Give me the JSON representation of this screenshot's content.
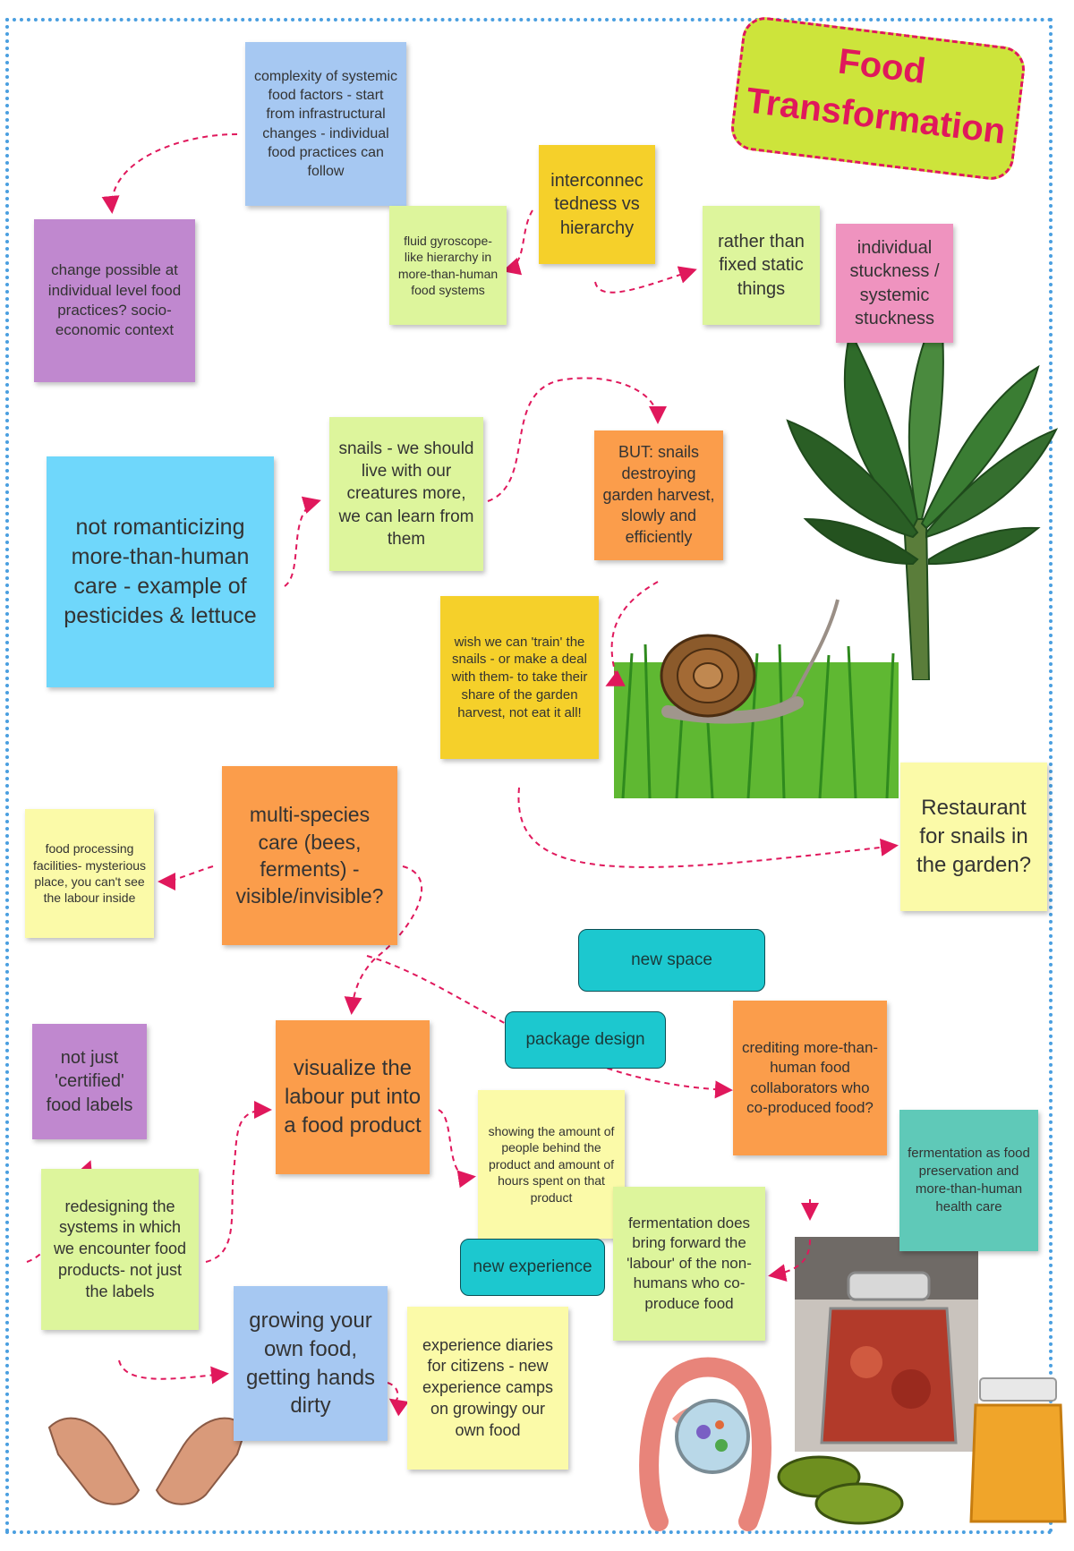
{
  "title": {
    "line1": "Food",
    "line2": "Transformation"
  },
  "notes": {
    "complexity": "complexity of systemic food factors - start from infrastructural changes - individual food practices can follow",
    "change_possible": "change possible at individual level food practices? socio-economic context",
    "fluid": "fluid gyroscope-like hierarchy in more-than-human food systems",
    "interconnectedness": "interconnec tedness vs hierarchy",
    "rather_than": "rather than fixed static things",
    "stuckness": "individual stuckness / systemic stuckness",
    "not_romanticizing": "not romanticizing more-than-human care - example of pesticides & lettuce",
    "snails_live": "snails - we should live with our creatures more, we can learn from them",
    "but_snails": "BUT: snails destroying garden harvest, slowly and efficiently",
    "wish_train": "wish we can 'train' the snails - or make a deal with them- to take their share of the garden harvest, not eat it all!",
    "restaurant": "Restaurant for snails in the garden?",
    "food_processing": "food processing facilities- mysterious place, you can't see the labour inside",
    "multi_species": "multi-species care (bees, ferments) - visible/invisible?",
    "not_just_certified": "not just 'certified' food labels",
    "visualize_labour": "visualize the labour put into a food product",
    "crediting": "crediting more-than-human food collaborators who co-produced food?",
    "showing_amount": "showing the amount of people behind the product and amount of hours spent on that product",
    "fermentation_preservation": "fermentation as food preservation and more-than-human health care",
    "fermentation_labour": "fermentation does bring forward the 'labour' of the non-humans who co-produce food",
    "redesigning": "redesigning the systems in which we encounter food products- not just the labels",
    "growing": "growing your own food, getting hands dirty",
    "experience_diaries": "experience diaries for citizens - new experience camps on growingy our own food"
  },
  "pills": {
    "new_space": "new space",
    "package_design": "package design",
    "new_experience": "new experience"
  },
  "colors": {
    "frame": "#4a9fe0",
    "arrow": "#e0185c",
    "title_bg": "#cde43b",
    "pill": "#1cc8cf",
    "note_blue": "#a6c8f2",
    "note_purple": "#c088cf",
    "note_green": "#ddf59c",
    "note_yellow": "#f5d02a",
    "note_pink": "#ef93bf",
    "note_cyan": "#6fd7fb",
    "note_orange": "#fb9d4b",
    "note_paleyellow": "#fbfaa8",
    "note_teal": "#5fc9b8"
  },
  "illustrations": [
    "banana-plant",
    "snail-on-grass",
    "hands",
    "intestine-with-microbes",
    "ferment-jar",
    "pickles",
    "honey-jar"
  ]
}
